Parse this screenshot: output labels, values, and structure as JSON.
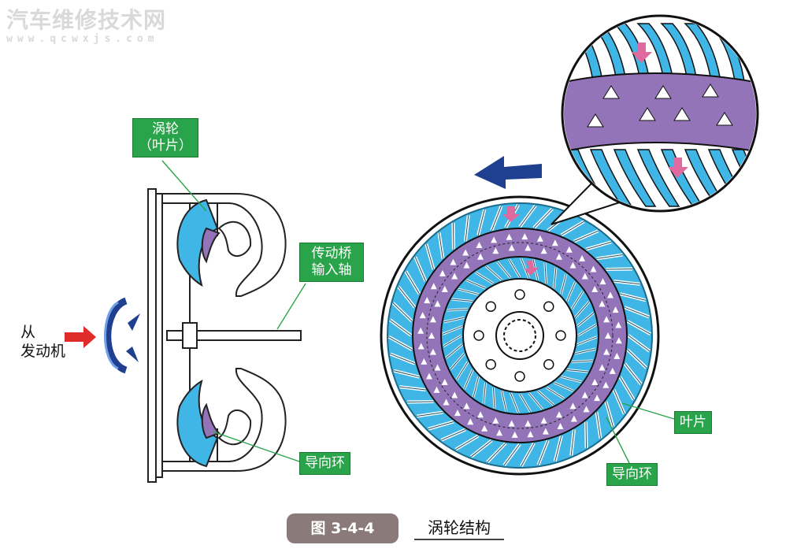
{
  "watermark": {
    "title": "汽车维修技术网",
    "url": "www.qcwxjs.com"
  },
  "labels": {
    "turbine_blade_line1": "涡轮",
    "turbine_blade_line2": "（叶片）",
    "shaft_line1": "传动桥",
    "shaft_line2": "输入轴",
    "from_engine_line1": "从",
    "from_engine_line2": "发动机",
    "guide_ring_left": "导向环",
    "blade_right": "叶片",
    "guide_ring_right": "导向环"
  },
  "caption": {
    "figure_number": "图 3-4-4",
    "title": "涡轮结构"
  },
  "colors": {
    "blade_blue": "#3fb6e6",
    "ring_purple": "#9474b8",
    "label_green": "#2aa44a",
    "arrow_navy": "#1f3f8f",
    "arrow_pink": "#e0699f",
    "arrow_red": "#e02b2b",
    "caption_box": "#8a7a7a"
  }
}
